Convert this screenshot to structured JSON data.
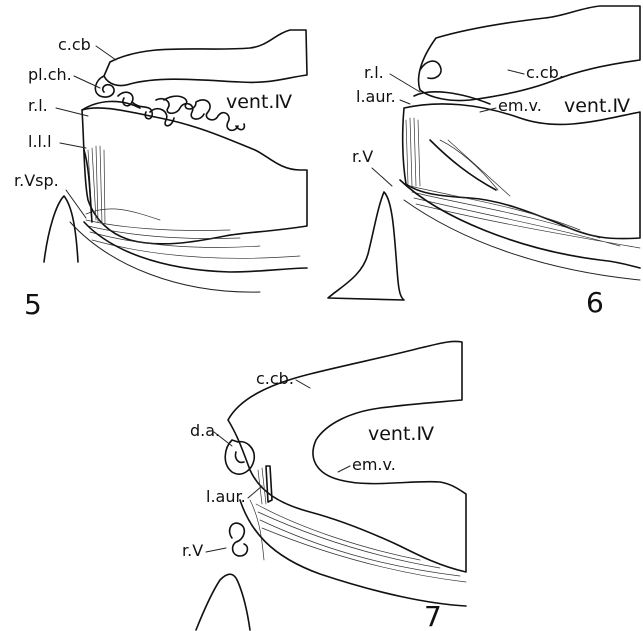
{
  "panels": [
    {
      "number": "5",
      "labels": {
        "ccb": "c.cb",
        "plch": "pl.ch.",
        "rl": "r.l.",
        "lll": "l.l.l",
        "rvsp": "r.Ⅴsp.",
        "vent": "vent.Ⅳ"
      }
    },
    {
      "number": "6",
      "labels": {
        "rl": "r.l.",
        "laur": "l.aur.",
        "ccb": "c.cb.",
        "emv": "em.v.",
        "vent": "vent.Ⅳ",
        "rv": "r.Ⅴ"
      }
    },
    {
      "number": "7",
      "labels": {
        "ccb": "c.cb.",
        "da": "d.a.",
        "vent": "vent.Ⅳ",
        "emv": "em.v.",
        "laur": "l.aur.",
        "rv": "r.Ⅴ"
      }
    }
  ]
}
